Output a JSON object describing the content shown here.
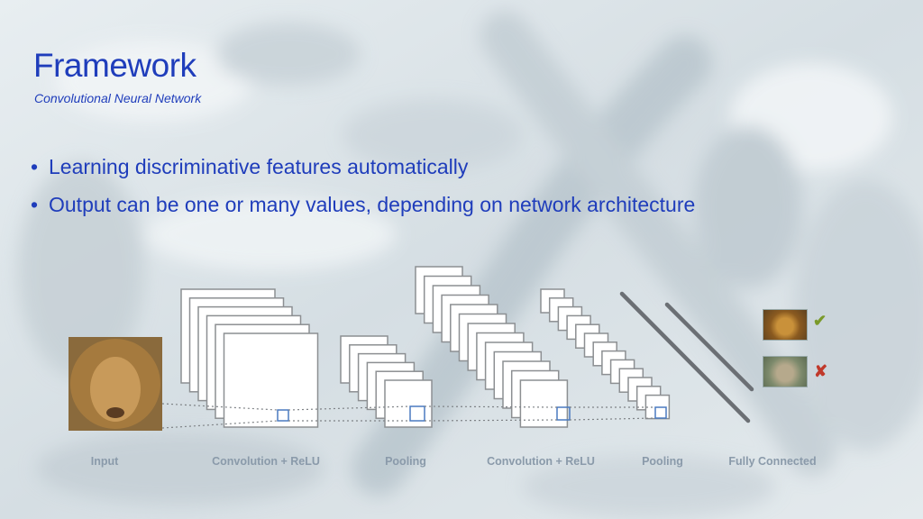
{
  "slide": {
    "title": "Framework",
    "subtitle": "Convolutional Neural Network",
    "bullets": [
      "Learning discriminative features automatically",
      "Output can be one or many values, depending on network architecture"
    ],
    "bullet_glyph": "•",
    "colors": {
      "text": "#1f3dbb",
      "label": "#8a9aaa",
      "check": "#7a9a2a",
      "cross": "#c0392b"
    }
  },
  "diagram": {
    "stages": [
      {
        "id": "input",
        "label": "Input"
      },
      {
        "id": "conv1",
        "label": "Convolution + ReLU"
      },
      {
        "id": "pool1",
        "label": "Pooling"
      },
      {
        "id": "conv2",
        "label": "Convolution + ReLU"
      },
      {
        "id": "pool2",
        "label": "Pooling"
      },
      {
        "id": "fc",
        "label": "Fully Connected"
      }
    ],
    "outputs": [
      {
        "icon": "lion-thumbnail",
        "mark": "✔",
        "result": "correct"
      },
      {
        "icon": "lynx-thumbnail",
        "mark": "✘",
        "result": "incorrect"
      }
    ]
  }
}
